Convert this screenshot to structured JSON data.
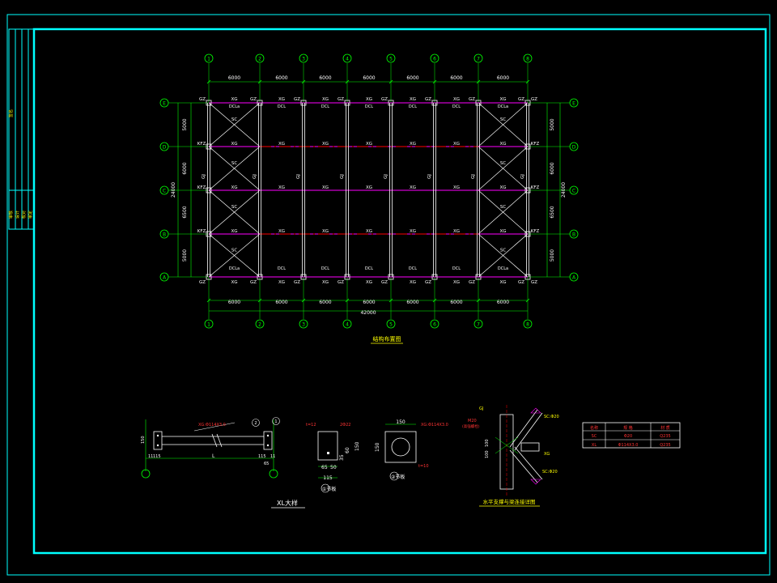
{
  "colors": {
    "background": "#000000",
    "frame": "#00ffff",
    "dimension": "#00ff00",
    "grid_axis": "#00ff00",
    "member": "#ffffff",
    "purlin_magenta": "#ff00ff",
    "axis_red": "#ff0000",
    "label_yellow": "#ffff00",
    "table_red": "#ff3333"
  },
  "title_block": {
    "left_labels": [
      "审核",
      "设计",
      "校对",
      "审定"
    ],
    "top_label": "签名"
  },
  "plan": {
    "title": "结构布置图",
    "column_axes": [
      "1",
      "2",
      "3",
      "4",
      "5",
      "6",
      "7",
      "8"
    ],
    "row_axes": [
      "E",
      "D",
      "C",
      "B",
      "A"
    ],
    "top_spans": [
      "6000",
      "6000",
      "6000",
      "6000",
      "6000",
      "6000",
      "6000"
    ],
    "bottom_spans": [
      "6000",
      "6000",
      "6000",
      "6000",
      "6000",
      "6000",
      "6000"
    ],
    "bottom_total": "42000",
    "left_spans": [
      "5000",
      "6000",
      "6500",
      "5000"
    ],
    "left_total": "24000",
    "right_spans": [
      "5000",
      "6000",
      "6500",
      "5000"
    ],
    "right_total": "24000",
    "label_gz": "GZ",
    "label_xg": "XG",
    "label_kfz": "KFZ",
    "label_gj": "GJ",
    "label_sc": "SC",
    "label_dcl": "DCL",
    "label_dcla": "DCLa"
  },
  "details": {
    "xl_title": "XL大样",
    "xl_pipe": "XG:Φ114X3.0",
    "xl_dims": [
      "11",
      "115",
      "L",
      "115",
      "11",
      "150",
      "65"
    ],
    "xl_callout_1": "1",
    "xl_callout_2": "2",
    "plate1_title": "①节板",
    "plate1_dims": [
      "65",
      "50",
      "115",
      "150",
      "60",
      "35"
    ],
    "plate1_note": "t=12",
    "plate1_hole": "2Φ22",
    "plate2_title": "②节板",
    "plate2_dims": [
      "150",
      "150"
    ],
    "plate2_note": "XG:Φ114X3.0",
    "plate2_t": "t=10",
    "conn_title": "水平支撑与梁连接详图",
    "conn_labels": [
      "GJ",
      "M20",
      "(高强螺栓)",
      "SC:Φ20",
      "XG",
      "SC:Φ20",
      "100",
      "100"
    ]
  },
  "table": {
    "headers": [
      "名称",
      "规 格",
      "材 质"
    ],
    "rows": [
      [
        "SC",
        "Φ20",
        "Q235"
      ],
      [
        "XL",
        "Φ114X3.0",
        "Q235"
      ]
    ]
  }
}
